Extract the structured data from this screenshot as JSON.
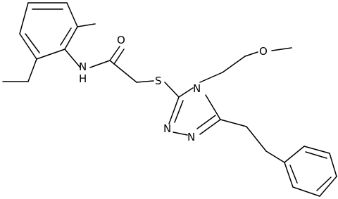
{
  "labels": {
    "nh": "N",
    "h": "H",
    "o_carbonyl": "O",
    "s": "S",
    "n_ring4": "N",
    "n_ring1": "N",
    "n_ring2": "N",
    "o_methoxy": "O"
  }
}
